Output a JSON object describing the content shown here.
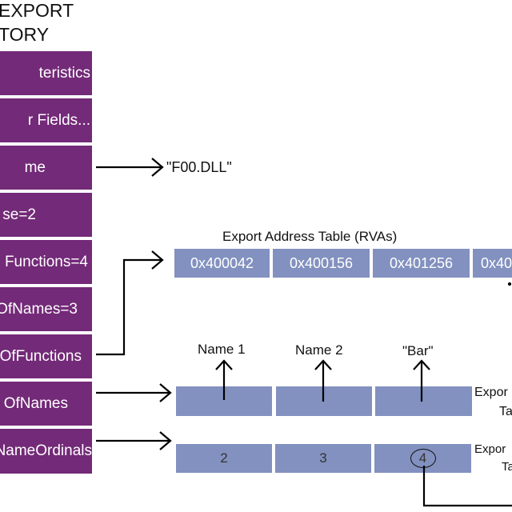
{
  "title": {
    "line1": "EXPORT",
    "line2": "TORY"
  },
  "directory_fields": [
    "teristics",
    "r Fields...",
    "me",
    "se=2",
    "Functions=4",
    "OfNames=3",
    "OfFunctions",
    "OfNames",
    "NameOrdinals"
  ],
  "dll_name": "\"F00.DLL\"",
  "eat": {
    "label": "Export Address Table (RVAs)",
    "cells": [
      "0x400042",
      "0x400156",
      "0x401256",
      "0x40"
    ]
  },
  "names": [
    "Name 1",
    "Name 2",
    "\"Bar\""
  ],
  "name_table": {
    "label1": "Expor",
    "label2": "Ta"
  },
  "ordinal_table": {
    "label1": "Expor",
    "label2": "Ta",
    "cells": [
      "2",
      "3",
      "4"
    ]
  },
  "colors": {
    "directory": "#732a78",
    "table": "#8291bf"
  }
}
